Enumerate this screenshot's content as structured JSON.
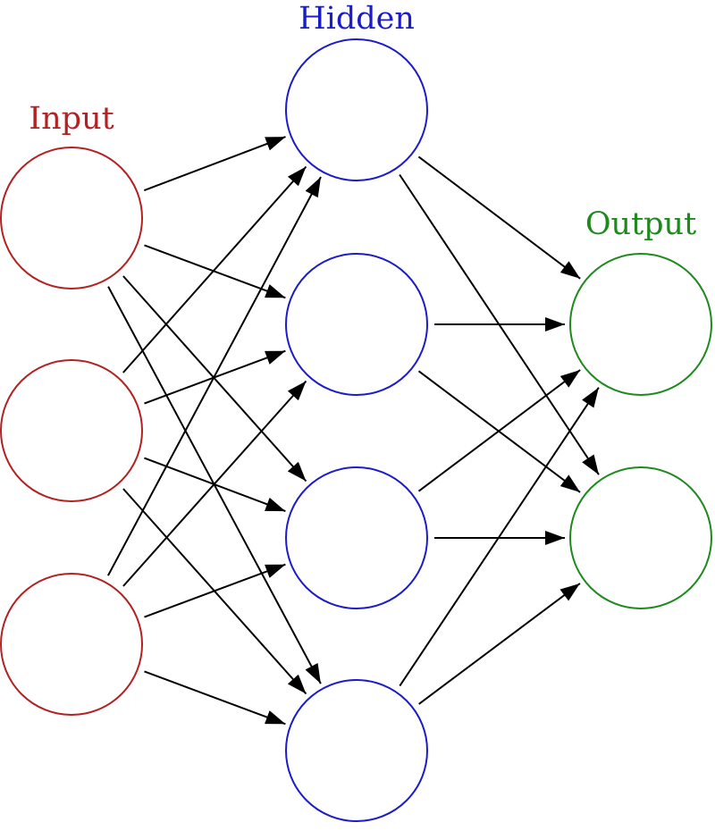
{
  "diagram": {
    "title": "",
    "layers": [
      {
        "id": "input",
        "label": "Input",
        "color": "#b22222",
        "node_count": 3
      },
      {
        "id": "hidden",
        "label": "Hidden",
        "color": "#1c1cc8",
        "node_count": 4
      },
      {
        "id": "output",
        "label": "Output",
        "color": "#1e8a1e",
        "node_count": 2
      }
    ],
    "connections": "fully-connected",
    "edge_style": "arrow",
    "edge_color": "#000000"
  }
}
